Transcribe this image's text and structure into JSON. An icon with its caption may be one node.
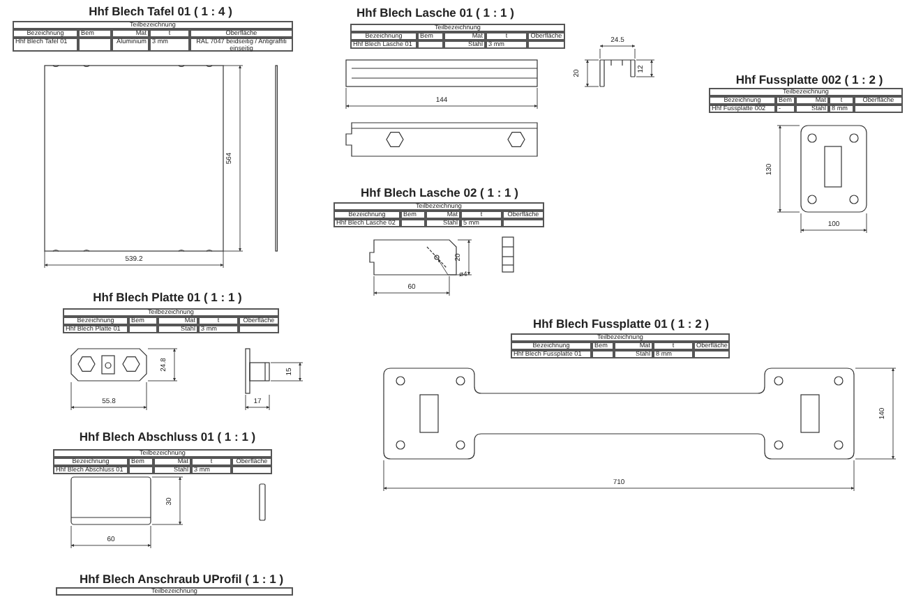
{
  "diagram": {
    "labels": [
      "Hhf Blech Tafel 01 ( 1 : 4 )",
      "Teilbezeichnung",
      "Bezeichnung",
      "Bem",
      "Mat",
      "t",
      "Oberfläche",
      "Hhf Blech Tafel 01",
      "Aluminium",
      "3 mm",
      "RAL 7047 beidseitig / Antigraffiti einseitig",
      "564",
      "539.2",
      "Hhf Blech Lasche 01 ( 1 : 1 )",
      "Teilbezeichnung",
      "Bezeichnung",
      "Bem",
      "Mat",
      "t",
      "Oberfläche",
      "Hhf Blech Lasche 01",
      "Stahl",
      "3 mm",
      "24.5",
      "20",
      "12",
      "144",
      "Hhf Fussplatte 002 ( 1 : 2 )",
      "Teilbezeichnung",
      "Bezeichnung",
      "Bem",
      "Mat",
      "t",
      "Oberfläche",
      "Hhf Fussplatte 002",
      "-",
      "Stahl",
      "8 mm",
      "130",
      "100",
      "Hhf Blech Lasche 02 ( 1 : 1 )",
      "Teilbezeichnung",
      "Bezeichnung",
      "Bem",
      "Mat",
      "t",
      "Oberfläche",
      "Hhf Blech Lasche 02",
      "Stahl",
      "5 mm",
      "20",
      "ø4",
      "60",
      "Hhf Blech Platte 01 ( 1 : 1 )",
      "Teilbezeichnung",
      "Bezeichnung",
      "Bem",
      "Mat",
      "t",
      "Oberfläche",
      "Hhf Blech Platte 01",
      "Stahl",
      "3 mm",
      "24.8",
      "15",
      "55.8",
      "17",
      "Hhf Blech Fussplatte 01 ( 1 : 2 )",
      "Teilbezeichnung",
      "Bezeichnung",
      "Bem",
      "Mat",
      "t",
      "Oberfläche",
      "Hhf Blech Fussplatte 01",
      "Stahl",
      "8 mm",
      "140",
      "710",
      "Hhf Blech Abschluss 01 ( 1 : 1 )",
      "Teilbezeichnung",
      "Bezeichnung",
      "Bem",
      "Mat",
      "t",
      "Oberfläche",
      "Hhf Blech Abschluss 01",
      "Stahl",
      "3 mm",
      "30",
      "60",
      "Hhf Blech Anschraub UProfil ( 1 : 1 )",
      "Teilbezeichnung"
    ]
  }
}
